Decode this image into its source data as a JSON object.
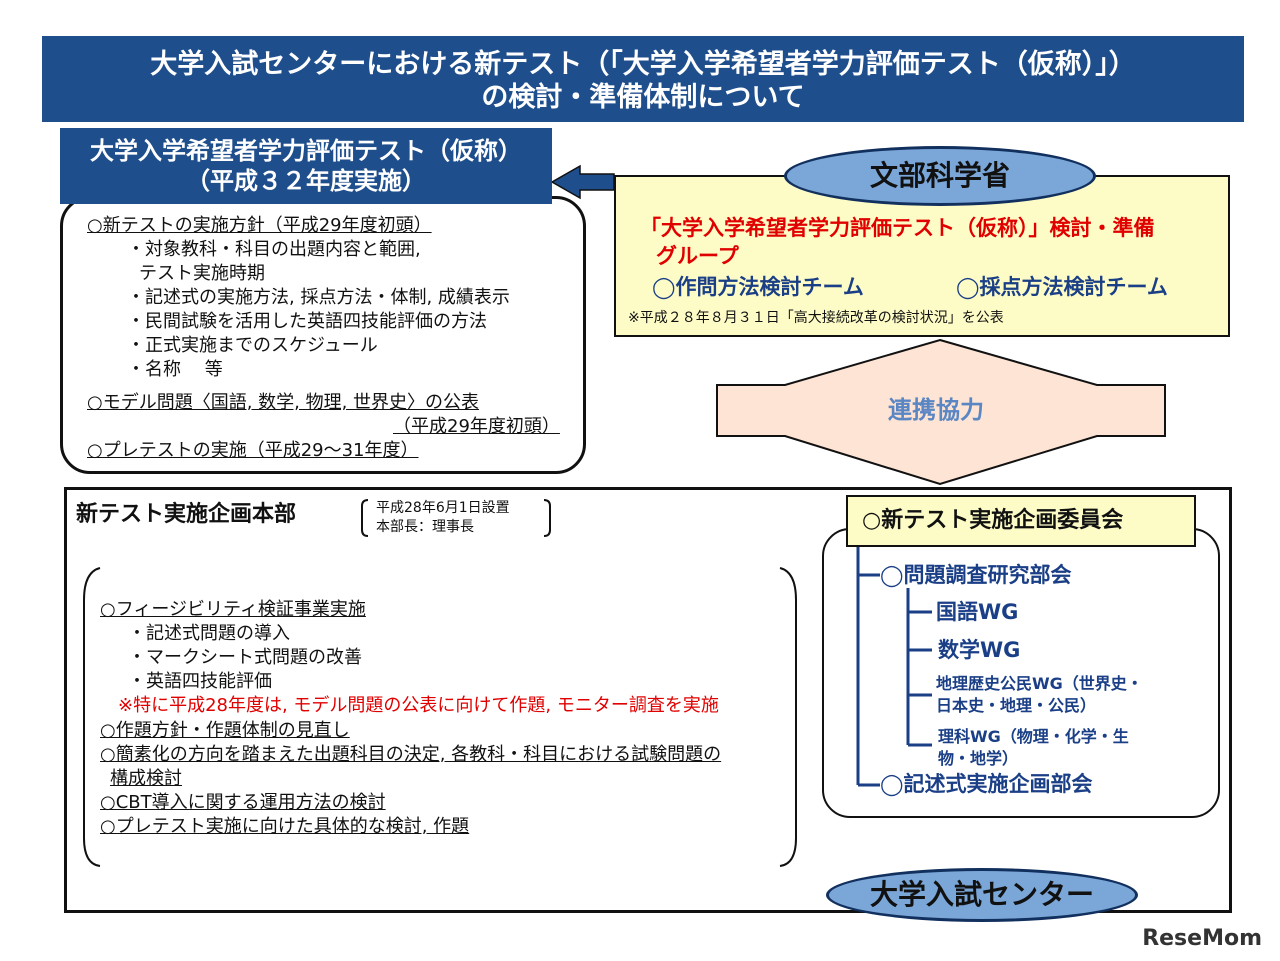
{
  "title": {
    "line1": "大学入試センターにおける新テスト（「大学入学希望者学力評価テスト（仮称）」）",
    "line2": "の検討・準備体制について"
  },
  "test_box": {
    "head1": "大学入学希望者学力評価テスト（仮称）",
    "head2": "（平成３２年度実施）",
    "items": [
      "○新テストの実施方針（平成29年度初頭）",
      "・対象教科・科目の出題内容と範囲,",
      "テスト実施時期",
      "・記述式の実施方法, 採点方法・体制, 成績表示",
      "・民間試験を活用した英語四技能評価の方法",
      "・正式実施までのスケジュール",
      "・名称　 等",
      "○モデル問題〈国語, 数学, 物理, 世界史〉の公表",
      "（平成29年度初頭）",
      "○プレテストの実施（平成29～31年度）"
    ]
  },
  "mext": {
    "label": "文部科学省",
    "group_title_1": "「大学入学希望者学力評価テスト（仮称）」検討・準備",
    "group_title_2": "グループ",
    "team1": "◯作問方法検討チーム",
    "team2": "◯採点方法検討チーム",
    "note": "※平成２８年８月３１日「高大接続改革の検討状況」を公表"
  },
  "cooperation": "連携協力",
  "hq": {
    "title": "新テスト実施企画本部",
    "established": "平成28年6月1日設置",
    "head": "本部長：理事長",
    "items": [
      "○フィージビリティ検証事業実施",
      "・記述式問題の導入",
      "・マークシート式問題の改善",
      "・英語四技能評価",
      "※特に平成28年度は, モデル問題の公表に向けて作題, モニター調査を実施",
      "○作題方針・作題体制の見直し",
      "○簡素化の方向を踏まえた出題科目の決定, 各教科・科目における試験問題の",
      "構成検討",
      "○CBT導入に関する運用方法の検討",
      "○プレテスト実施に向けた具体的な検討, 作題"
    ]
  },
  "committee": {
    "title": "○新テスト実施企画委員会",
    "sub1": "◯問題調査研究部会",
    "wg1": "国語WG",
    "wg2": "数学WG",
    "wg3a": "地理歴史公民WG（世界史・",
    "wg3b": "日本史・地理・公民）",
    "wg4a": "理科WG（物理・化学・生",
    "wg4b": "物・地学）",
    "sub2": "◯記述式実施企画部会"
  },
  "center": "大学入試センター",
  "logo": "ReseMom"
}
